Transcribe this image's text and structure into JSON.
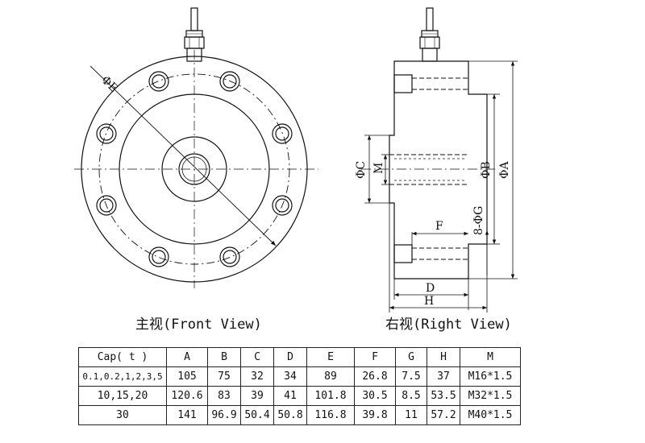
{
  "drawing": {
    "front_view": {
      "caption": "主视(Front View)",
      "dim_labels": {
        "E": "ΦE"
      }
    },
    "right_view": {
      "caption": "右视(Right View)",
      "dim_labels": {
        "C": "ΦC",
        "M": "M",
        "B": "ΦB",
        "A": "ΦA",
        "G": "8-ΦG",
        "F": "F",
        "D": "D",
        "H": "H"
      }
    }
  },
  "table": {
    "headers": [
      "Cap( t )",
      "A",
      "B",
      "C",
      "D",
      "E",
      "F",
      "G",
      "H",
      "M"
    ],
    "rows": [
      [
        "0.1,0.2,1,2,3,5",
        "105",
        "75",
        "32",
        "34",
        "89",
        "26.8",
        "7.5",
        "37",
        "M16*1.5"
      ],
      [
        "10,15,20",
        "120.6",
        "83",
        "39",
        "41",
        "101.8",
        "30.5",
        "8.5",
        "53.5",
        "M32*1.5"
      ],
      [
        "30",
        "141",
        "96.9",
        "50.4",
        "50.8",
        "116.8",
        "39.8",
        "11",
        "57.2",
        "M40*1.5"
      ]
    ]
  }
}
